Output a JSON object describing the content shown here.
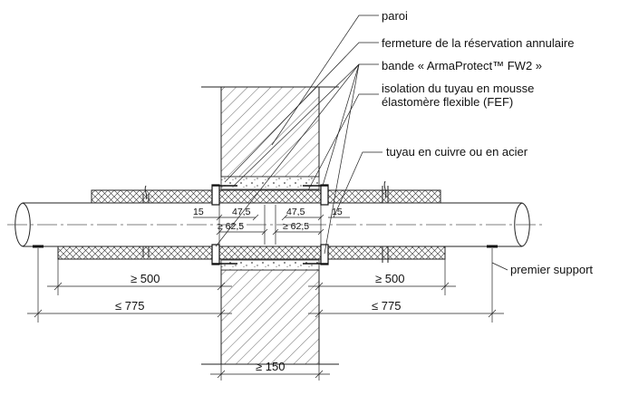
{
  "labels": {
    "wall": "paroi",
    "closure": "fermeture de la réservation annulaire",
    "band": "bande « ArmaProtect™ FW2 »",
    "insulation_line1": "isolation du tuyau en mousse",
    "insulation_line2": "élastomère flexible (FEF)",
    "pipe": "tuyau en cuivre ou en acier",
    "support": "premier support"
  },
  "dimensions": {
    "left_min": "≥ 500",
    "right_min": "≥ 500",
    "left_max": "≤ 775",
    "right_max": "≤ 775",
    "wall_thickness": "≥ 150",
    "band_width_left": "47,5",
    "band_width_right": "47,5",
    "band_overlap_left": "≥ 62,5",
    "band_overlap_right": "≥ 62,5",
    "offset_left": "15",
    "offset_right": "15"
  },
  "colors": {
    "line": "#222222",
    "background": "#ffffff"
  }
}
